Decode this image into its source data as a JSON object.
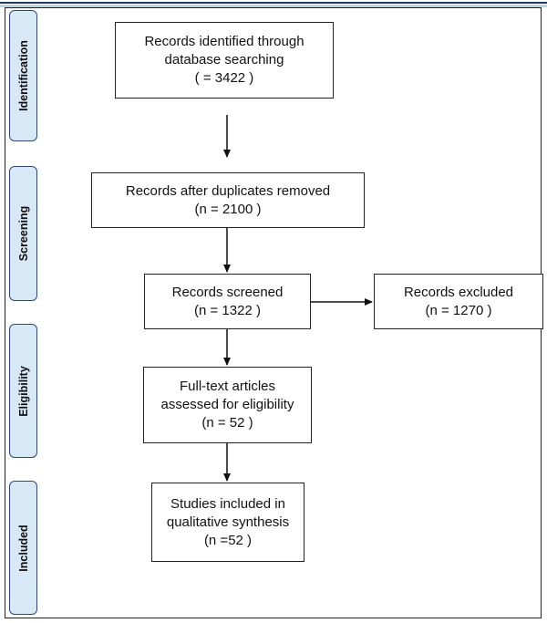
{
  "stages": [
    {
      "id": "identification",
      "label": "Identification"
    },
    {
      "id": "screening",
      "label": "Screening"
    },
    {
      "id": "eligibility",
      "label": "Eligibility"
    },
    {
      "id": "included",
      "label": "Included"
    }
  ],
  "boxes": {
    "identified": {
      "text": "Records identified through\ndatabase searching\n(  =   3422  )"
    },
    "duplicates_removed": {
      "text": "Records after duplicates removed\n(n = 2100 )"
    },
    "screened": {
      "text": "Records screened\n(n = 1322    )"
    },
    "excluded": {
      "text": "Records excluded\n(n  =  1270   )"
    },
    "full_text": {
      "text": "Full-text articles\nassessed for eligibility\n(n = 52 )"
    },
    "included_studies": {
      "text": "Studies included in\nqualitative synthesis\n(n =52    )"
    }
  },
  "colors": {
    "stage_fill": "#d9e8f6",
    "stage_border": "#2b4a7a",
    "box_border": "#222222",
    "arrow": "#111111"
  }
}
